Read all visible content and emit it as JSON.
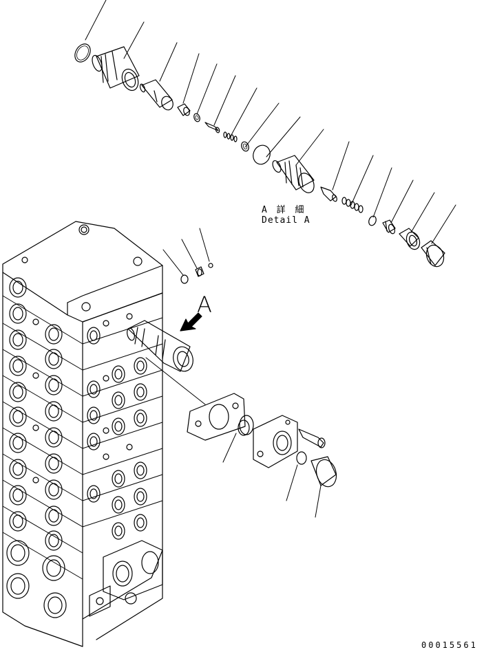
{
  "detail_label_jp": "A 詳 細",
  "detail_label_en": "Detail A",
  "view_arrow_letter": "A",
  "drawing_number": "00015561",
  "colors": {
    "line": "#000000",
    "background": "#ffffff"
  }
}
